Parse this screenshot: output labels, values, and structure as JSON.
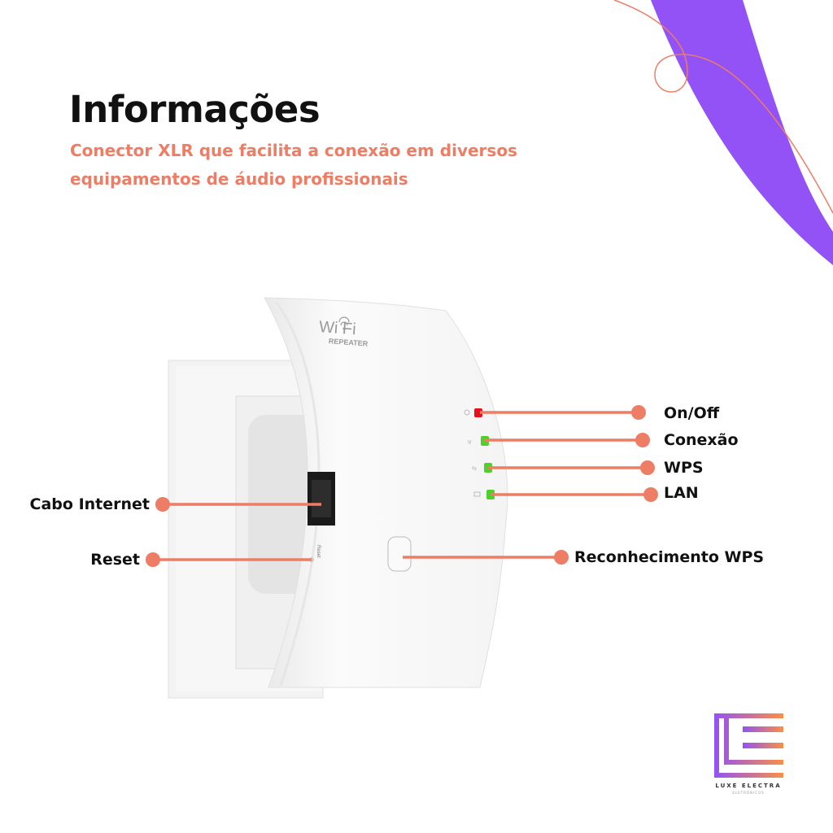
{
  "header": {
    "title": "Informações",
    "subtitle_line1": "Conector XLR que facilita a conexão em diversos",
    "subtitle_line2": "equipamentos de áudio profissionais"
  },
  "device": {
    "brand_text": "Wi Fi",
    "model_text": "REPEATER",
    "reset_text": "Reset"
  },
  "labels": {
    "on_off": "On/Off",
    "conexao": "Conexão",
    "wps": "WPS",
    "lan": "LAN",
    "reconhecimento_wps": "Reconhecimento WPS",
    "cabo_internet": "Cabo Internet",
    "reset": "Reset"
  },
  "logo": {
    "name": "LUXE ELECTRA",
    "tagline": "ELETRÔNICOS"
  },
  "colors": {
    "accent": "#ee7d65",
    "purple": "#9252f5",
    "led_red": "#e8101a",
    "led_green": "#4fd02a"
  }
}
